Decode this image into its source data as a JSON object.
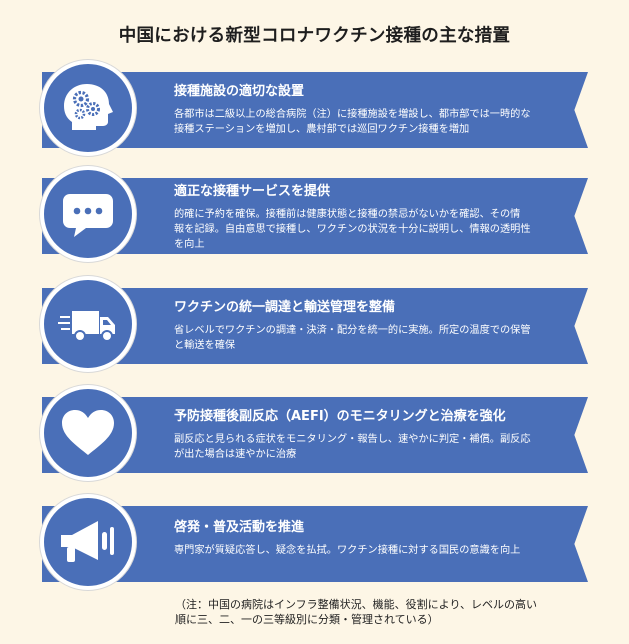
{
  "title": "中国における新型コロナワクチン接種の主な措置",
  "items": [
    {
      "icon": "gear-head-icon",
      "heading": "接種施設の適切な設置",
      "desc_lines": [
        "各都市は二級以上の総合病院（注）に接種施設を増設し、都市部では一時的な",
        "接種ステーションを増加し、農村部では巡回ワクチン接種を増加"
      ]
    },
    {
      "icon": "speech-bubble-icon",
      "heading": "適正な接種サービスを提供",
      "desc_lines": [
        "的確に予約を確保。接種前は健康状態と接種の禁忌がないかを確認、その情",
        "報を記録。自由意思で接種し、ワクチンの状況を十分に説明し、情報の透明性",
        "を向上"
      ]
    },
    {
      "icon": "truck-icon",
      "heading": "ワクチンの統一調達と輸送管理を整備",
      "desc_lines": [
        "省レベルでワクチンの調達・決済・配分を統一的に実施。所定の温度での保管",
        "と輸送を確保"
      ]
    },
    {
      "icon": "heart-icon",
      "heading": "予防接種後副反応（AEFI）のモニタリングと治療を強化",
      "desc_lines": [
        "副反応と見られる症状をモニタリング・報告し、速やかに判定・補償。副反応",
        "が出た場合は速やかに治療"
      ]
    },
    {
      "icon": "megaphone-icon",
      "heading": "啓発・普及活動を推進",
      "desc_lines": [
        "専門家が質疑応答し、疑念を払拭。ワクチン接種に対する国民の意識を向上"
      ]
    }
  ],
  "note_lines": [
    "（注：中国の病院はインフラ整備状況、機能、役割により、レベルの高い",
    "順に三、二、一の三等級別に分類・管理されている）"
  ],
  "colors": {
    "band": "#4a6fb8",
    "background": "#fdf6e6"
  }
}
